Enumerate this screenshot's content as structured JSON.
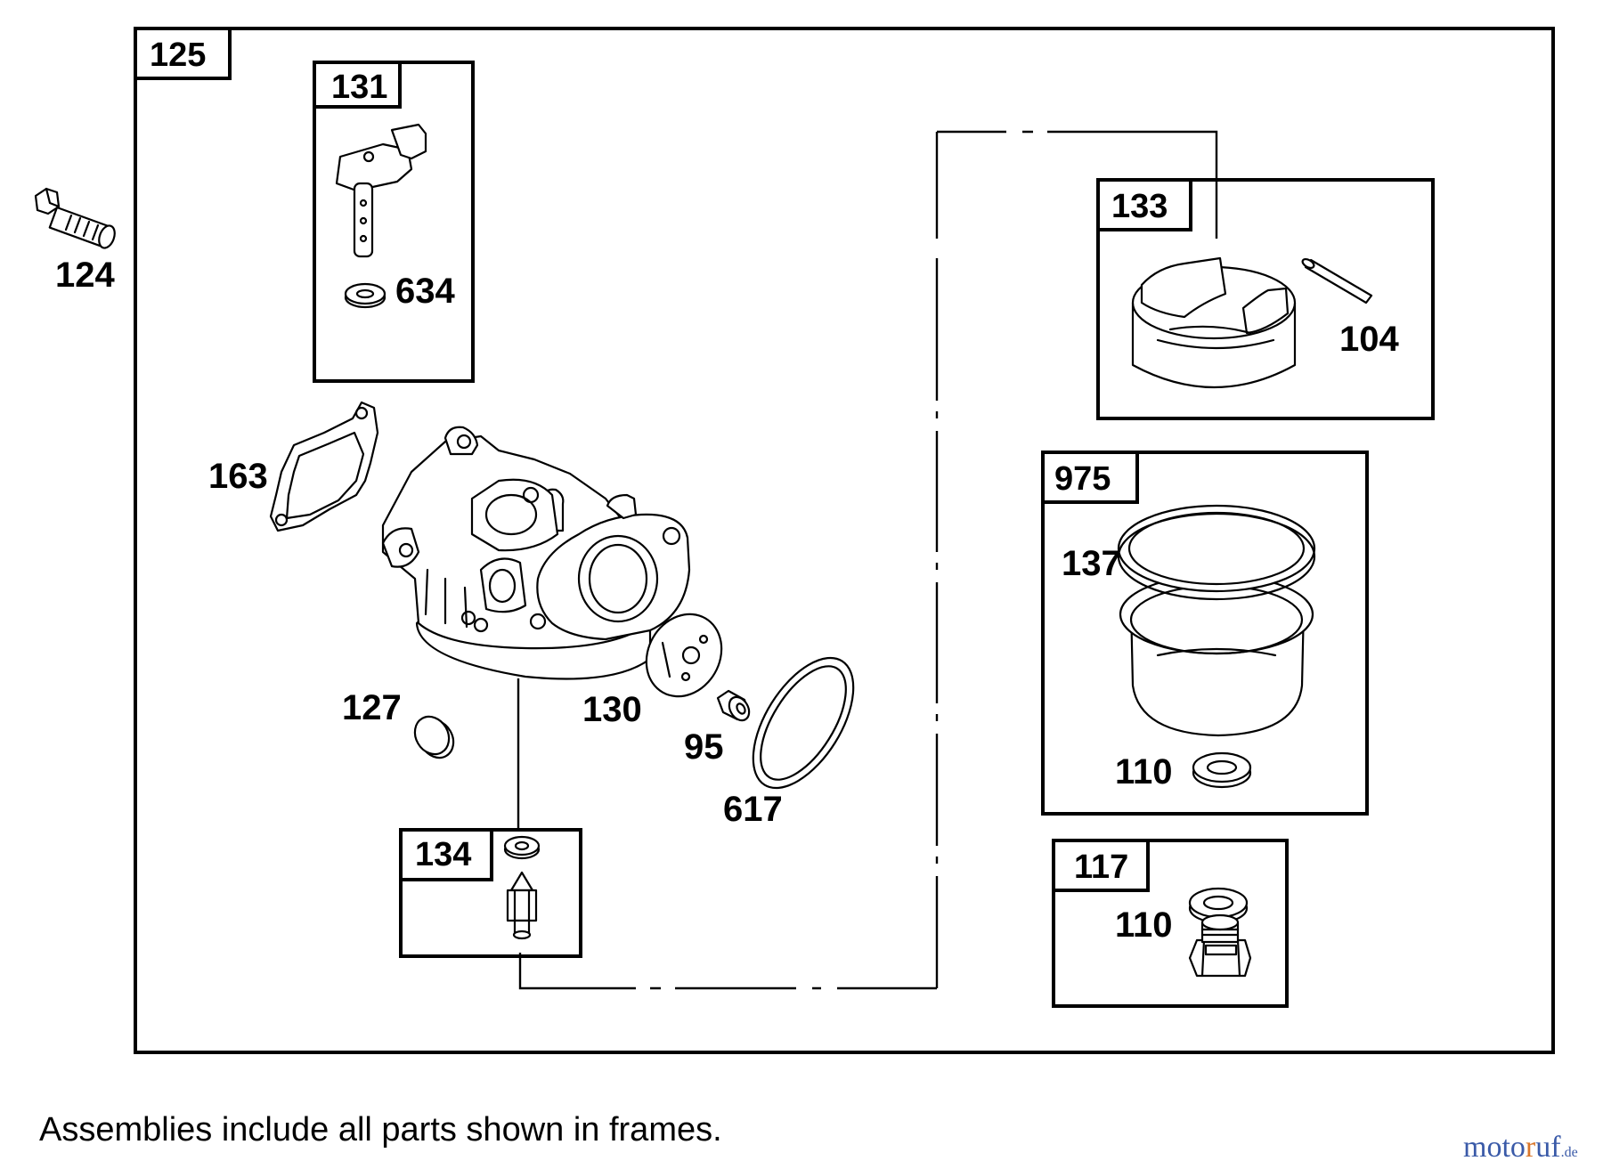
{
  "assemblies": {
    "main_frame": "125",
    "frame_131": "131",
    "frame_133": "133",
    "frame_975": "975",
    "frame_134": "134",
    "frame_117": "117"
  },
  "parts": {
    "p124": "124",
    "p634": "634",
    "p104": "104",
    "p163": "163",
    "p137": "137",
    "p127": "127",
    "p130": "130",
    "p95": "95",
    "p617": "617",
    "p110_a": "110",
    "p110_b": "110"
  },
  "footnote": "Assemblies include all parts shown in frames.",
  "watermark": {
    "part1": "moto",
    "part2": "r",
    "part3": "uf",
    "suffix": ".de"
  },
  "colors": {
    "watermark_blue": "#3a5aa8",
    "watermark_orange": "#d9762b"
  }
}
